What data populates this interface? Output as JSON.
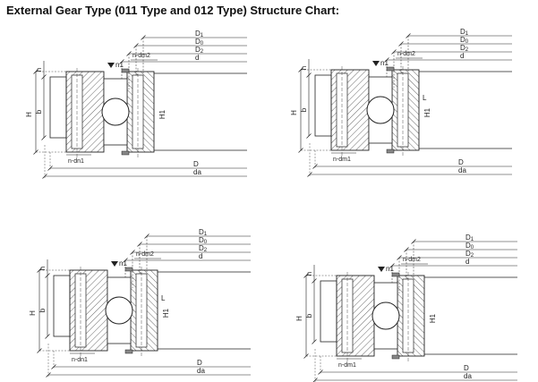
{
  "title": "External Gear Type (011 Type and 012 Type) Structure Chart:",
  "labels": {
    "D1": "D1",
    "D0": "D0",
    "D2": "D2",
    "d": "d",
    "D": "D",
    "da": "da",
    "H": "H",
    "H1": "H1",
    "h": "h",
    "b": "b",
    "L": "L",
    "n1": "n1",
    "ndm1": "n-dm1",
    "ndm2": "n-dm2",
    "ndn1": "n-dn1"
  },
  "panels": [
    {
      "id": "top-left",
      "variant": "011",
      "has_L": false,
      "bottom_hole_label": "n-dn1"
    },
    {
      "id": "top-right",
      "variant": "012",
      "has_L": true,
      "bottom_hole_label": "n-dm1"
    },
    {
      "id": "bottom-left",
      "variant": "011",
      "has_L": true,
      "bottom_hole_label": "n-dn1"
    },
    {
      "id": "bottom-right",
      "variant": "012",
      "has_L": false,
      "bottom_hole_label": "n-dm1"
    }
  ],
  "colors": {
    "line": "#222222",
    "hatch": "#444444",
    "background": "#ffffff"
  }
}
